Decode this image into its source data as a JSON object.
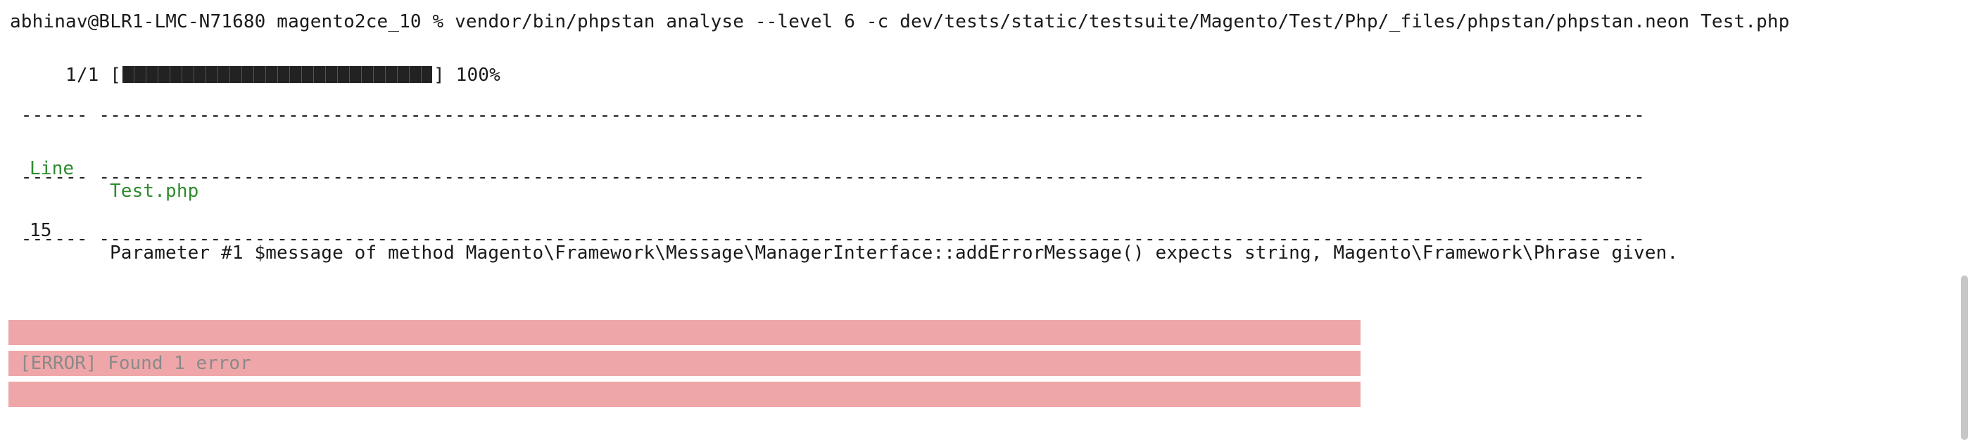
{
  "terminal": {
    "command_line": "abhinav@BLR1-LMC-N71680 magento2ce_10 % vendor/bin/phpstan analyse --level 6 -c dev/tests/static/testsuite/Magento/Test/Php/_files/phpstan/phpstan.neon Test.php",
    "progress": {
      "prefix": " 1/1 [",
      "suffix": "] 100%",
      "percent": 100
    },
    "separator": " ------ -------------------------------------------------------------------------------------------------------------------------------------------",
    "table": {
      "header_line": "Line",
      "header_file": "Test.php",
      "rows": [
        {
          "line": "15",
          "message": "Parameter #1 $message of method Magento\\Framework\\Message\\ManagerInterface::addErrorMessage() expects string, Magento\\Framework\\Phrase given."
        }
      ]
    },
    "error_banner": "[ERROR] Found 1 error"
  },
  "colors": {
    "background": "#ffffff",
    "text": "#1a1a1a",
    "header": "#2e8b2e",
    "error_band": "#efa6a8",
    "error_text": "#8a8a8a"
  }
}
